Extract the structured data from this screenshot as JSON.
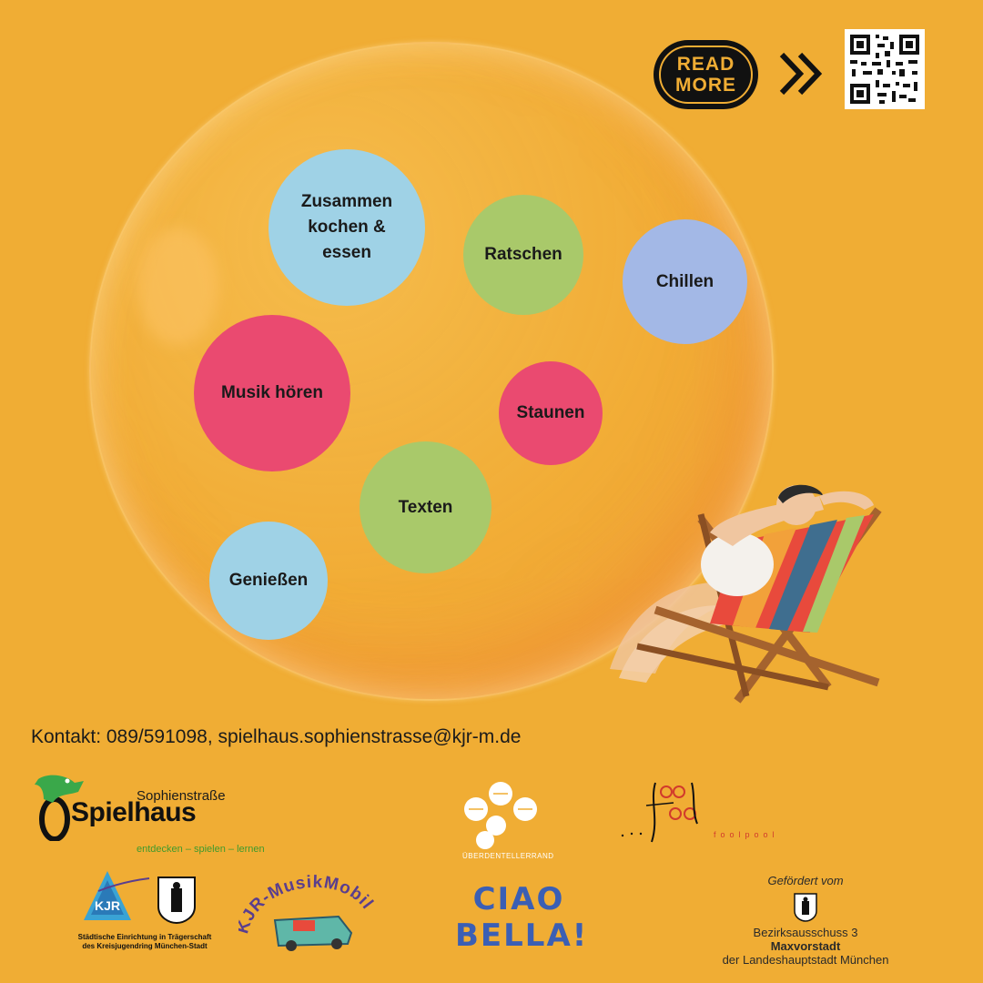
{
  "badge": {
    "line1": "READ",
    "line2": "MORE"
  },
  "activities": [
    {
      "label": "Zusammen kochen & essen",
      "color": "#9fd2e6"
    },
    {
      "label": "Ratschen",
      "color": "#a9c96a"
    },
    {
      "label": "Chillen",
      "color": "#a3b8e6"
    },
    {
      "label": "Musik hören",
      "color": "#ea4a70"
    },
    {
      "label": "Staunen",
      "color": "#ea4a70"
    },
    {
      "label": "Texten",
      "color": "#a9c96a"
    },
    {
      "label": "Genießen",
      "color": "#9fd2e6"
    }
  ],
  "contact": "Kontakt: 089/591098, spielhaus.sophienstrasse@kjr-m.de",
  "logos": {
    "spielhaus": {
      "name": "Spielhaus",
      "location": "Sophienstraße",
      "tagline": "entdecken – spielen – lernen"
    },
    "uber": {
      "name": "ÜBERDENTELLERRAND"
    },
    "foolpool": {
      "name": "foolpool"
    },
    "kjr": {
      "abbr": "KJR",
      "caption_line1": "Städtische Einrichtung in Trägerschaft",
      "caption_line2": "des Kreisjugendring München-Stadt"
    },
    "musikmobil": {
      "name": "KJR-MusikMobil"
    },
    "ciao": {
      "line1": "CIAO",
      "line2": "BELLA!"
    }
  },
  "funding": {
    "label": "Gefördert vom",
    "line1": "Bezirksausschuss 3",
    "line2": "Maxvorstadt",
    "line3": "der Landeshauptstadt München"
  },
  "colors": {
    "background": "#f0ad34",
    "dark": "#111111",
    "ciao": "#3b5fb4"
  }
}
